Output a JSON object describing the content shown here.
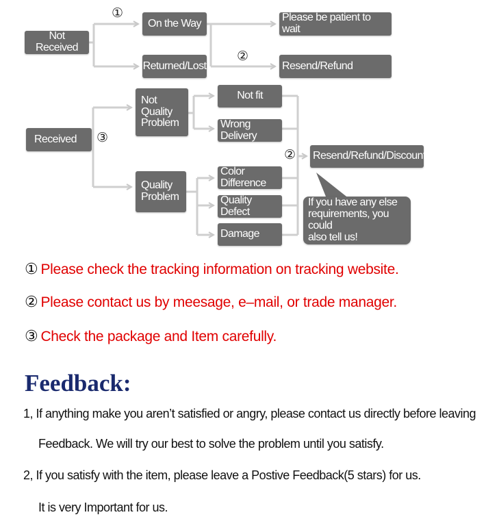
{
  "flow": {
    "not_received": "Not Received",
    "on_the_way": "On the Way",
    "returned_lost": "Returned/Lost",
    "please_wait": "Please be patient to wait",
    "resend_refund": "Resend/Refund",
    "received": "Received",
    "not_quality": [
      "Not",
      "Quality",
      "Problem"
    ],
    "quality": [
      "Quality",
      "Problem"
    ],
    "not_fit": "Not fit",
    "wrong_delivery": "Wrong Delivery",
    "color_difference": "Color Difference",
    "quality_defect": "Quality Defect",
    "damage": "Damage",
    "resend_refund_discount": "Resend/Refund/Discount",
    "callout": [
      "If you have any else",
      "requirements, you could",
      "also tell us!"
    ],
    "mark1": "①",
    "mark2": "②",
    "mark3": "③"
  },
  "notes": [
    {
      "num": "①",
      "text": "Please check the tracking information on tracking website."
    },
    {
      "num": "②",
      "text": "Please contact us by meesage, e–mail, or trade manager."
    },
    {
      "num": "③",
      "text": "Check the package and Item carefully."
    }
  ],
  "feedback": {
    "title": "Feedback:",
    "line1": "1, If anything make you aren’t satisfied or angry, please contact us directly before leaving",
    "line2": "Feedback. We will try our best to solve the problem until you satisfy.",
    "line3": "2, If you satisfy with the item, please leave a Postive Feedback(5 stars) for us.",
    "line4": "It is very Important for us."
  },
  "colors": {
    "box": "#6b6b6b",
    "notes_text": "#e00000",
    "feedback_title": "#1a2a6e"
  }
}
